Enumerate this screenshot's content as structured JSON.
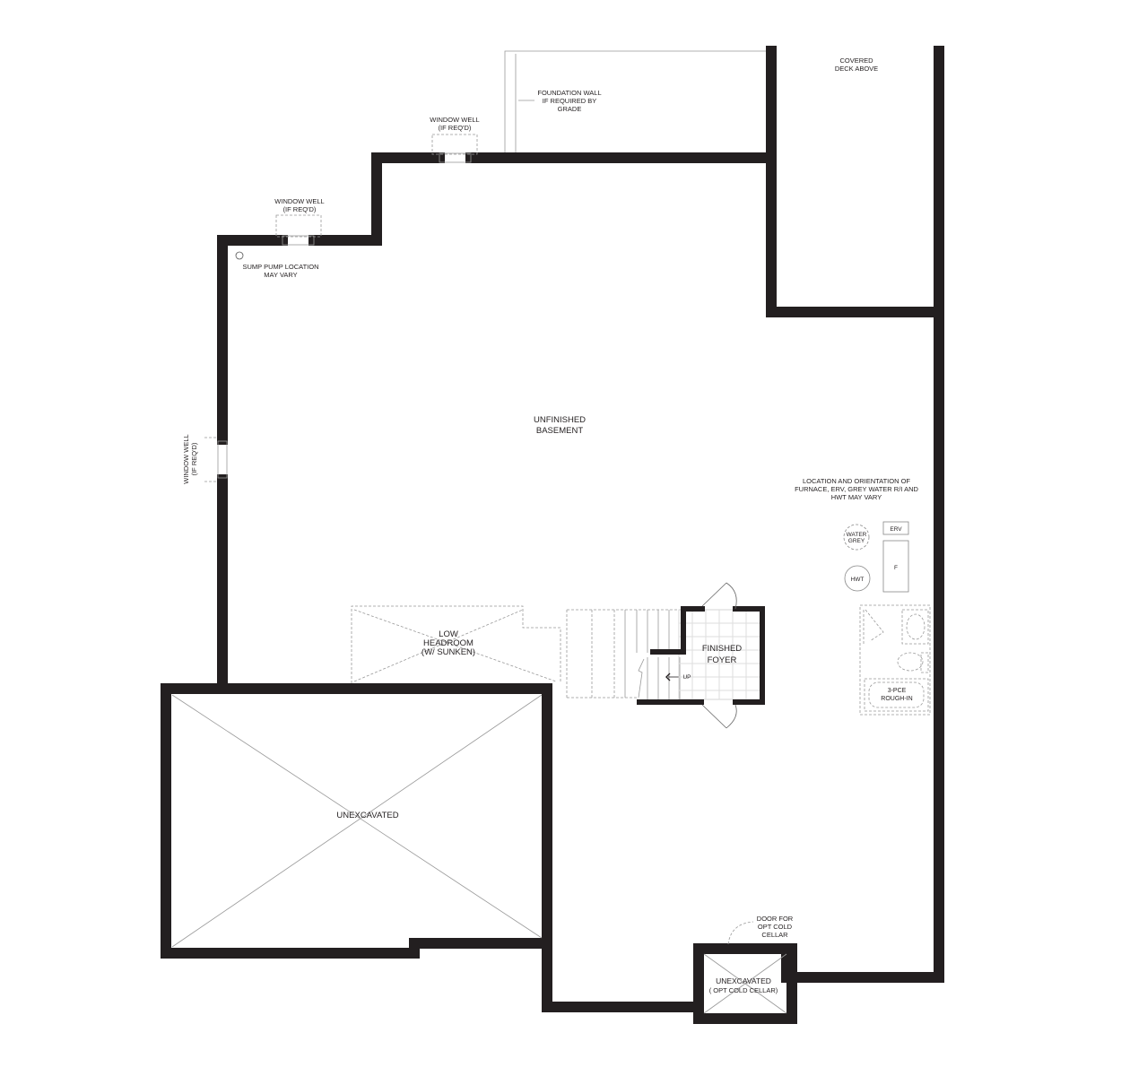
{
  "plan": {
    "rooms": {
      "unfinished_basement": [
        "UNFINISHED",
        "BASEMENT"
      ],
      "finished_foyer": [
        "FINISHED",
        "FOYER"
      ],
      "low_headroom": [
        "LOW",
        "HEADROOM",
        "(W/ SUNKEN)"
      ],
      "unexcavated": "UNEXCAVATED",
      "cold_cellar": [
        "UNEXCAVATED",
        "( OPT COLD CELLAR)"
      ]
    },
    "notes": {
      "covered_deck": [
        "COVERED",
        "DECK ABOVE"
      ],
      "foundation_wall": [
        "FOUNDATION WALL",
        "IF REQUIRED BY",
        "GRADE"
      ],
      "window_well_top": [
        "WINDOW WELL",
        "(IF REQ'D)"
      ],
      "window_well_upper_left": [
        "WINDOW WELL",
        "(IF REQ'D)"
      ],
      "window_well_left": [
        "WINDOW WELL",
        "(IF REQ'D)"
      ],
      "sump_pump": [
        "SUMP PUMP LOCATION",
        "MAY VARY"
      ],
      "mechanical": [
        "LOCATION AND ORIENTATION OF",
        "FURNACE, ERV, GREY WATER R/I AND",
        "HWT MAY VARY"
      ],
      "cold_cellar_door": [
        "DOOR FOR",
        "OPT COLD",
        "CELLAR"
      ]
    },
    "fixtures": {
      "water_grey": [
        "WATER",
        "GREY"
      ],
      "hwt": "HWT",
      "erv": "ERV",
      "furnace": "F",
      "bath": [
        "3-PCE",
        "ROUGH-IN"
      ],
      "stairs_up": "UP"
    }
  }
}
